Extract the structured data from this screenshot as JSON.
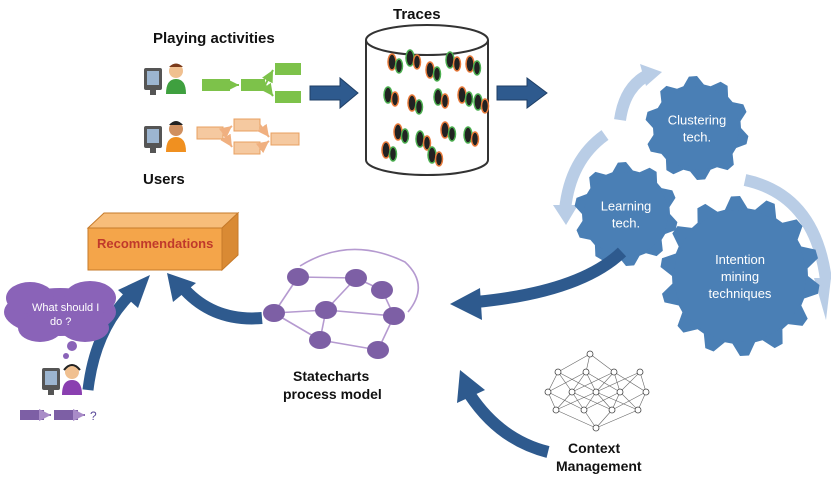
{
  "labels": {
    "playing_activities": "Playing activities",
    "traces": "Traces",
    "users": "Users",
    "recommendations": "Recommendations",
    "statecharts_line1": "Statecharts",
    "statecharts_line2": "process model",
    "context_line1": "Context",
    "context_line2": "Management",
    "question_line1": "What should I",
    "question_line2": "do ?",
    "unknown_mark": "?"
  },
  "gears": {
    "clustering_line1": "Clustering",
    "clustering_line2": "tech.",
    "learning_line1": "Learning",
    "learning_line2": "tech.",
    "intention_line1": "Intention",
    "intention_line2": "mining",
    "intention_line3": "techniques"
  },
  "colors": {
    "flow_arrow": "#2e5a8e",
    "gear": "#4a7fb5",
    "gear_cycle": "#b9cde6",
    "recommendation_box": "#f4a54a",
    "recommendation_text": "#c0392b",
    "statechart_node": "#7d5fa5",
    "statechart_edge": "#b59ad0",
    "bubble": "#8a63b8",
    "green_activity": "#7dc24a",
    "orange_activity": "#f5c9a0"
  }
}
